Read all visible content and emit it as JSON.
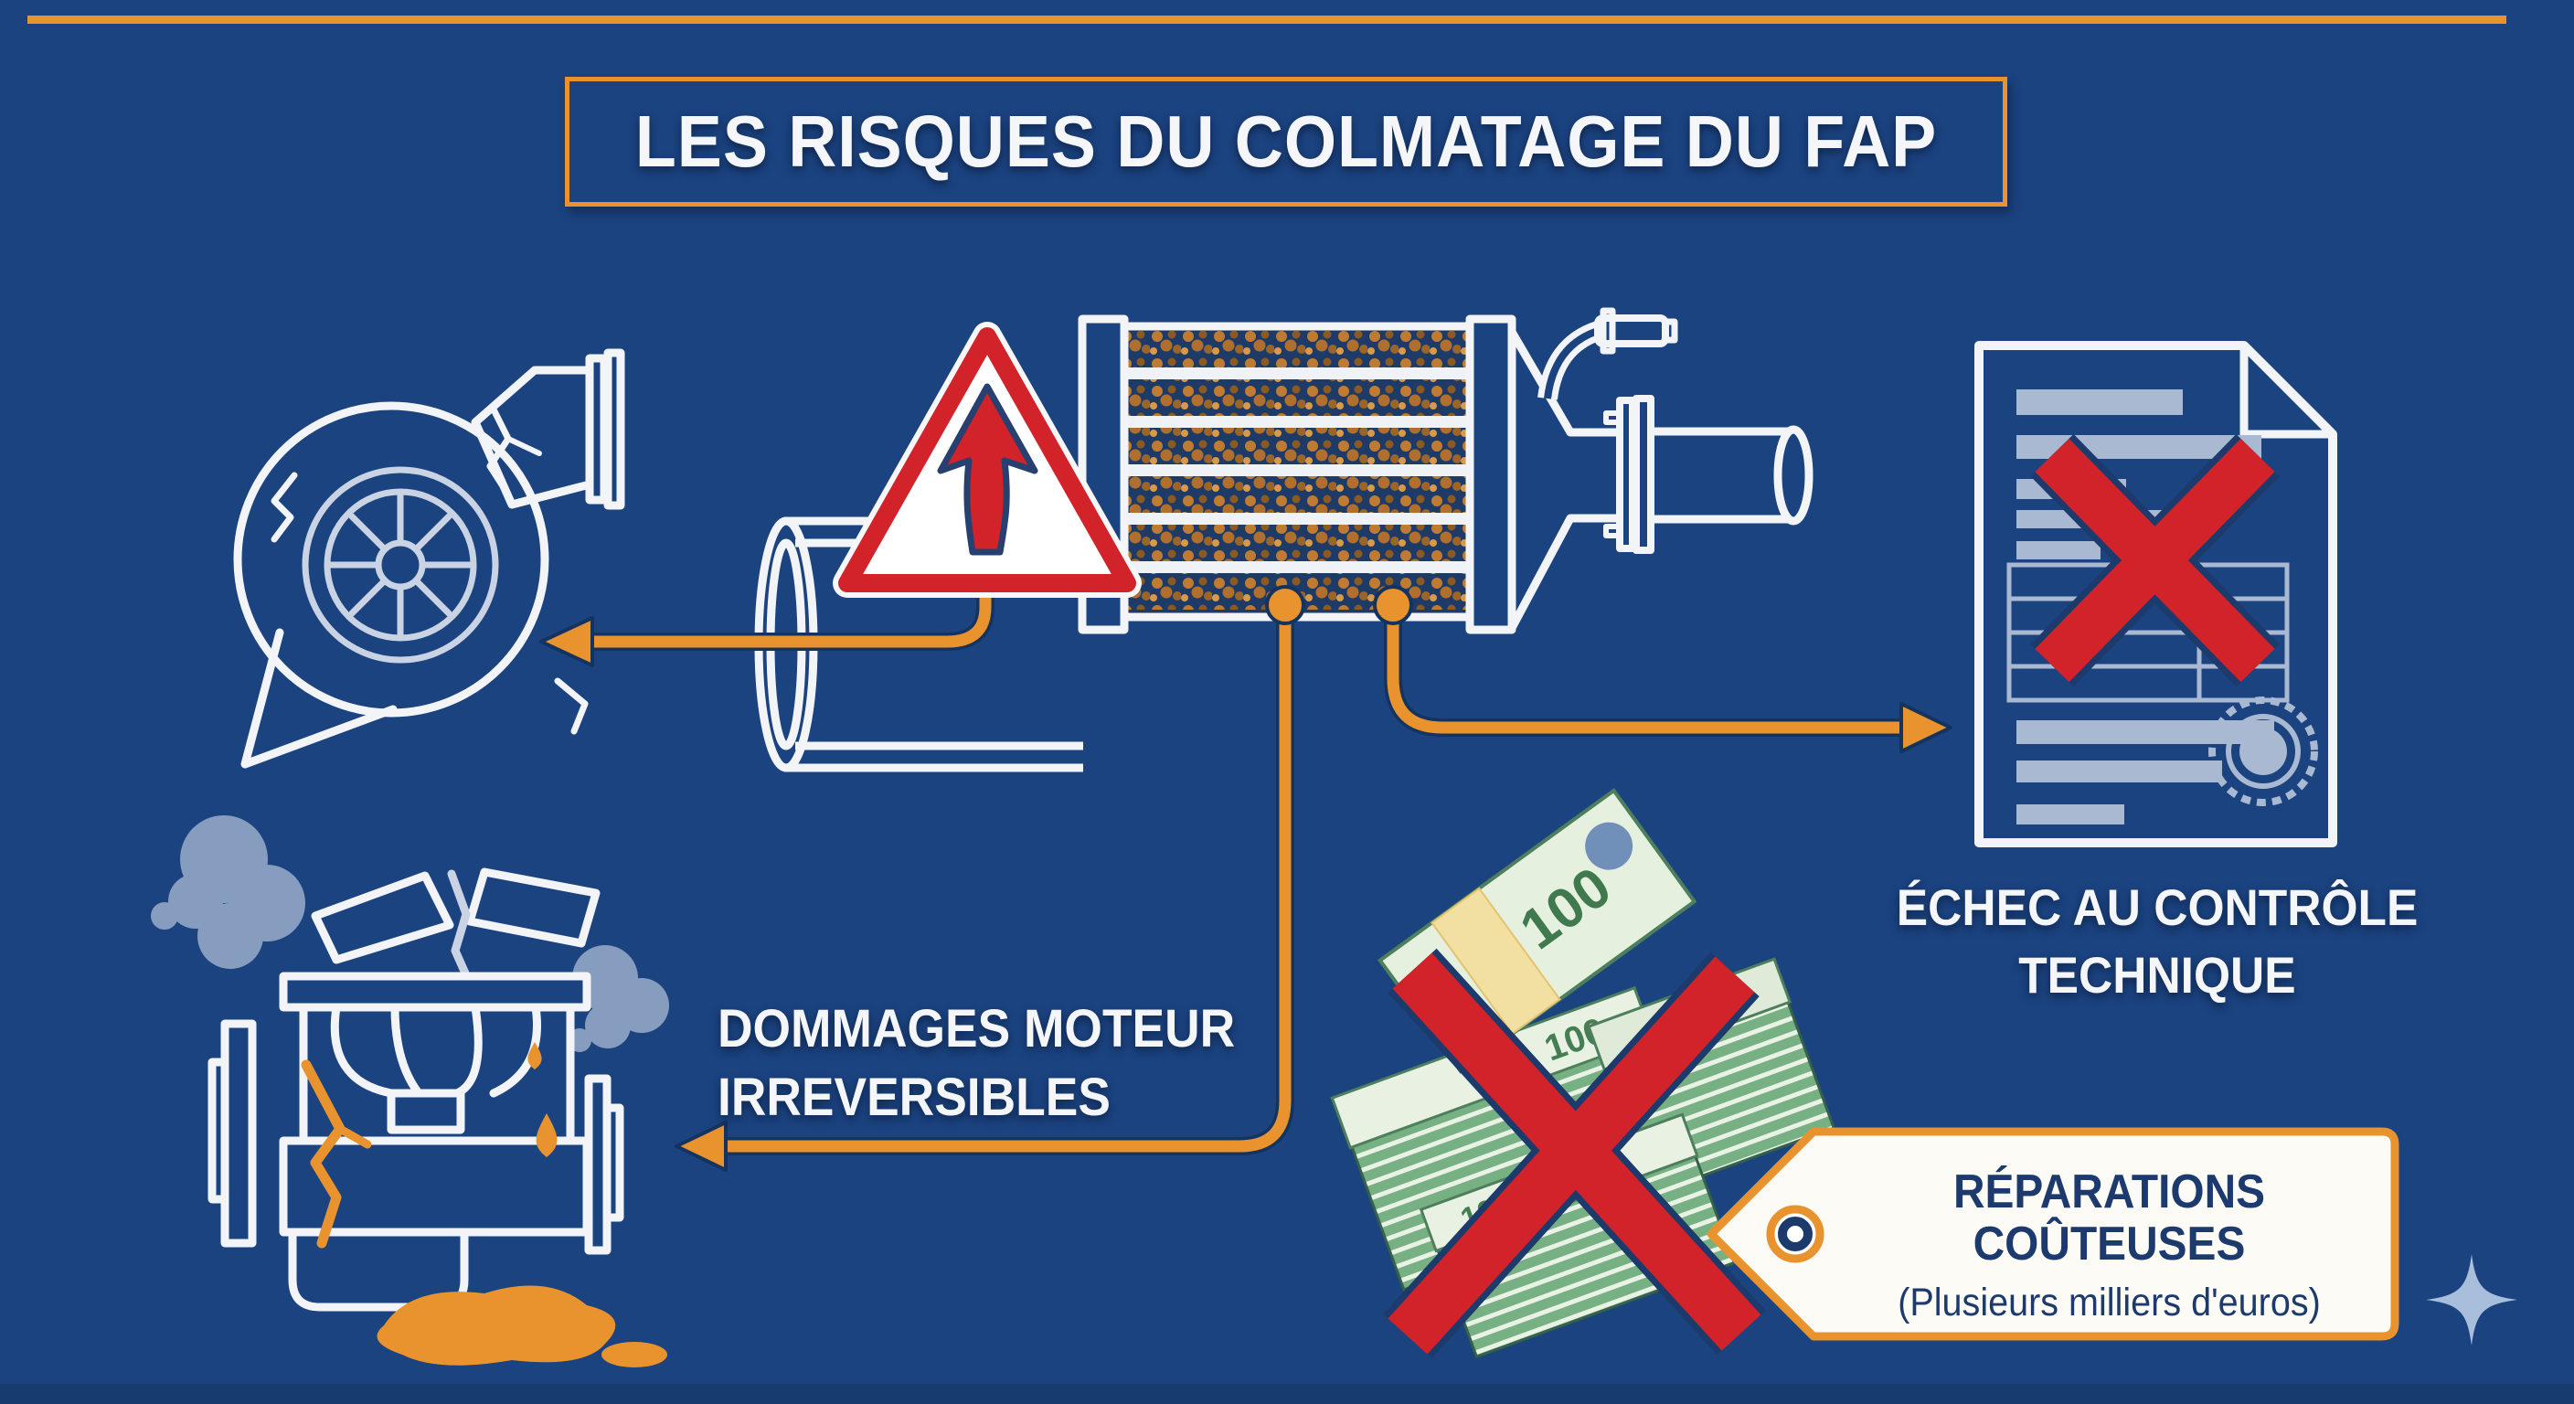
{
  "title": "LES RISQUES DU COLMATAGE DU FAP",
  "risks": {
    "engine": {
      "line1": "DOMMAGES MOTEUR",
      "line2": "IRREVERSIBLES"
    },
    "inspection": {
      "line1": "ÉCHEC AU CONTRÔLE",
      "line2": "TECHNIQUE"
    },
    "repairs": {
      "title": "RÉPARATIONS COÛTEUSES",
      "subtitle": "(Plusieurs milliers d'euros)"
    }
  },
  "money": {
    "banknote_value": "100"
  },
  "colors": {
    "background": "#1B4380",
    "accent_orange": "#E9932F",
    "alert_red": "#D2232A",
    "line_white": "#F2F4F8",
    "text_navy": "#1C3A6E",
    "document_gray": "#A9B9D2",
    "smoke_gray": "#93A7C6",
    "money_green": "#77B083",
    "soot_brown": "#B06F2C"
  },
  "icons": {
    "turbo": "cracked-turbocharger-icon",
    "filter": "clogged-dpf-filter-icon",
    "warning": "warning-triangle-icon",
    "document": "failed-inspection-document-icon",
    "engine": "damaged-engine-icon",
    "money": "crossed-money-stack-icon",
    "tag": "price-tag-icon",
    "sparkle": "sparkle-icon"
  }
}
